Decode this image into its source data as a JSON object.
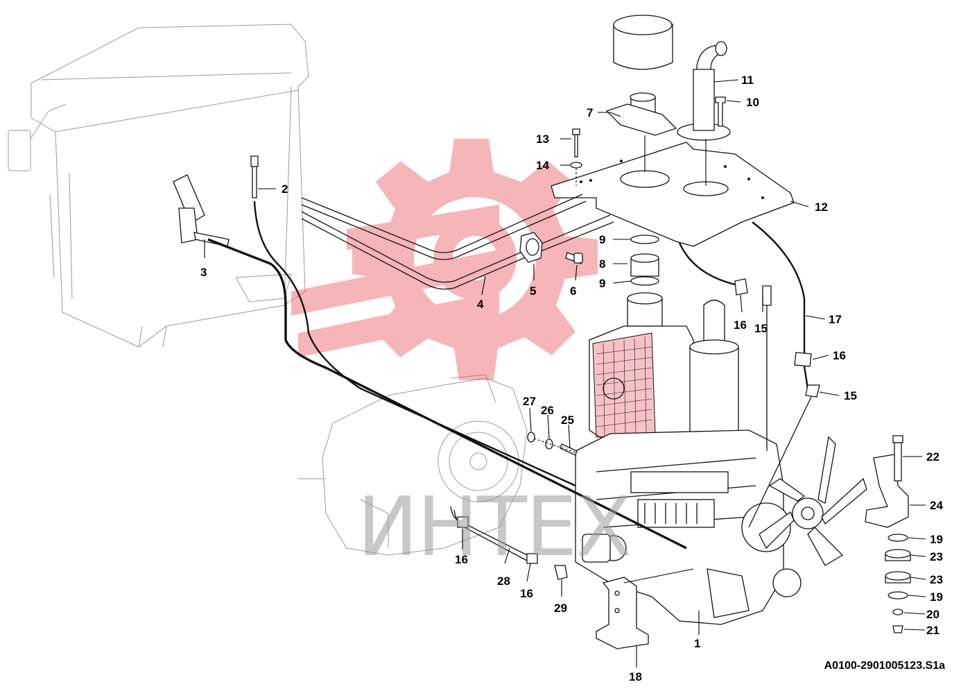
{
  "diagram": {
    "drawing_code": "A0100-2901005123.S1a",
    "watermark": {
      "text": "ИНТЕХ",
      "color": "#e8505b"
    },
    "callouts": [
      {
        "id": "c1",
        "label": "1"
      },
      {
        "id": "c2",
        "label": "2"
      },
      {
        "id": "c3",
        "label": "3"
      },
      {
        "id": "c4",
        "label": "4"
      },
      {
        "id": "c5",
        "label": "5"
      },
      {
        "id": "c6",
        "label": "6"
      },
      {
        "id": "c7",
        "label": "7"
      },
      {
        "id": "c8",
        "label": "8"
      },
      {
        "id": "c9a",
        "label": "9"
      },
      {
        "id": "c9b",
        "label": "9"
      },
      {
        "id": "c10",
        "label": "10"
      },
      {
        "id": "c11",
        "label": "11"
      },
      {
        "id": "c12",
        "label": "12"
      },
      {
        "id": "c13",
        "label": "13"
      },
      {
        "id": "c14",
        "label": "14"
      },
      {
        "id": "c15a",
        "label": "15"
      },
      {
        "id": "c15b",
        "label": "15"
      },
      {
        "id": "c16a",
        "label": "16"
      },
      {
        "id": "c16b",
        "label": "16"
      },
      {
        "id": "c16c",
        "label": "16"
      },
      {
        "id": "c16d",
        "label": "16"
      },
      {
        "id": "c17",
        "label": "17"
      },
      {
        "id": "c18",
        "label": "18"
      },
      {
        "id": "c19a",
        "label": "19"
      },
      {
        "id": "c19b",
        "label": "19"
      },
      {
        "id": "c20",
        "label": "20"
      },
      {
        "id": "c21",
        "label": "21"
      },
      {
        "id": "c22",
        "label": "22"
      },
      {
        "id": "c23a",
        "label": "23"
      },
      {
        "id": "c23b",
        "label": "23"
      },
      {
        "id": "c24",
        "label": "24"
      },
      {
        "id": "c25",
        "label": "25"
      },
      {
        "id": "c26",
        "label": "26"
      },
      {
        "id": "c27",
        "label": "27"
      },
      {
        "id": "c28",
        "label": "28"
      },
      {
        "id": "c29",
        "label": "29"
      }
    ]
  }
}
